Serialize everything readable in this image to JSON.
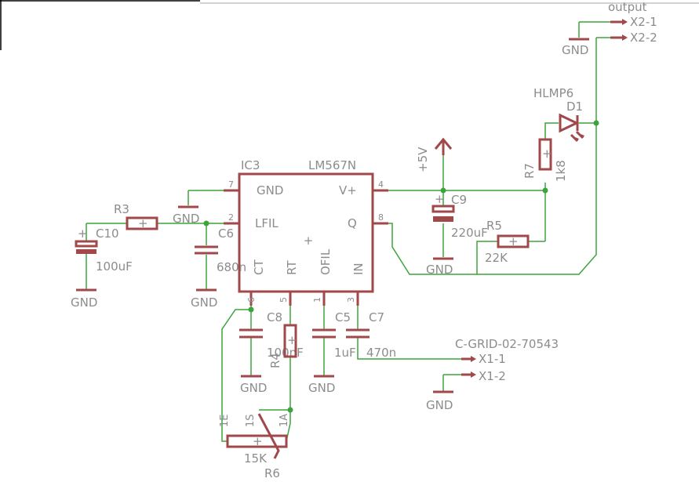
{
  "ic": {
    "ref": "IC3",
    "value": "LM567N",
    "pins": {
      "gnd": "GND",
      "vplus": "V+",
      "lfil": "LFIL",
      "q": "Q",
      "ct": "CT",
      "rt": "RT",
      "ofil": "OFIL",
      "in": "IN"
    },
    "pin_numbers": {
      "gnd": "7",
      "vplus": "4",
      "lfil": "2",
      "q": "8",
      "ct": "6",
      "rt": "5",
      "ofil": "1",
      "in": "3"
    }
  },
  "supply": "+5V",
  "gnd": "GND",
  "components": {
    "r3": {
      "ref": "R3"
    },
    "c10": {
      "ref": "C10",
      "value": "100uF"
    },
    "c6": {
      "ref": "C6",
      "value": "680n"
    },
    "c9": {
      "ref": "C9",
      "value": "220uF"
    },
    "r5": {
      "ref": "R5",
      "value": "22K"
    },
    "r7": {
      "ref": "R7",
      "value": "1k8"
    },
    "d1": {
      "ref": "D1",
      "value": "HLMP6"
    },
    "c8": {
      "ref": "C8",
      "value": "100nF"
    },
    "c5": {
      "ref": "C5",
      "value": "1uF"
    },
    "c7": {
      "ref": "C7",
      "value": "470n"
    },
    "r4": {
      "ref": "R4"
    },
    "r6": {
      "ref": "R6",
      "value": "15K",
      "pins": {
        "e": "1E",
        "s": "1S",
        "a": "1A"
      }
    }
  },
  "connectors": {
    "out": {
      "title": "output",
      "pin1": "X2-1",
      "pin2": "X2-2"
    },
    "in": {
      "title": "C-GRID-02-70543",
      "pin1": "X1-1",
      "pin2": "X1-2"
    }
  }
}
